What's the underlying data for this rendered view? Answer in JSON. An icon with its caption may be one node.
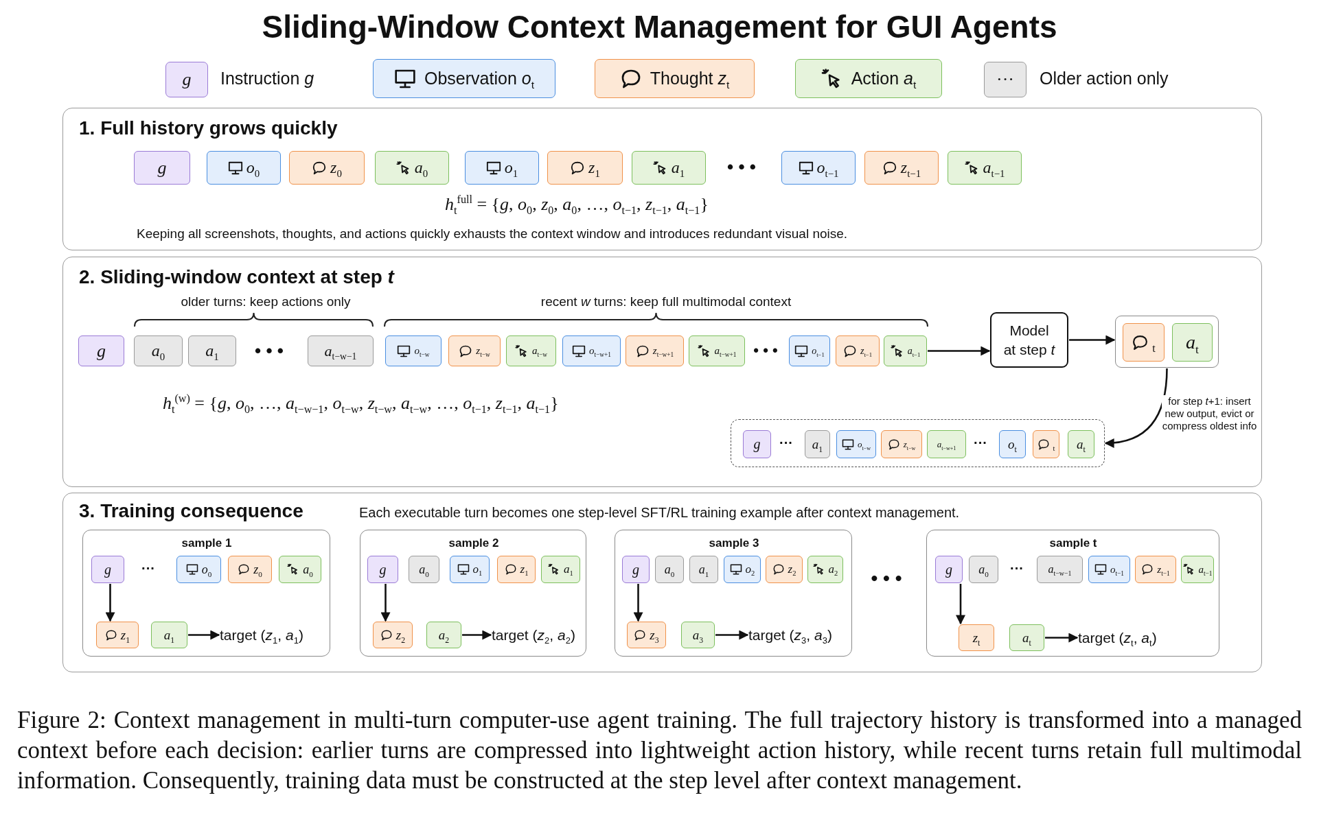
{
  "diagram": {
    "title": "Sliding-Window Context Management for GUI Agents",
    "caption": "Figure 2: Context management in multi-turn computer-use agent training. The full trajectory history is transformed into a managed context before each decision: earlier turns are compressed into lightweight action history, while recent turns retain full multimodal information. Consequently, training data must be constructed at the step level after context management.",
    "nodes": [
      {
        "text": [
          "1. Full history grows quickly",
          "*h*$_{t}$$^{full}$ = {*g*, *o*$_{0}$, *z*$_{0}$, *a*$_{0}$, …, *o*$_{t−1}$, *z*$_{t−1}$, *a*$_{t−1}$}",
          "Keeping all screenshots, thoughts, and actions quickly exhausts the context window and introduces redundant visual noise."
        ]
      },
      {
        "text": [
          "*g*"
        ],
        "in": 0
      },
      {
        "text": [
          "*o*$_{0}$"
        ],
        "in": 0
      },
      {
        "text": [
          "*z*$_{0}$"
        ],
        "in": 0
      },
      {
        "text": [
          "*a*$_{0}$"
        ],
        "in": 0
      },
      {
        "text": [
          "*o*$_{1}$"
        ],
        "in": 0
      },
      {
        "text": [
          "*z*$_{1}$"
        ],
        "in": 0
      },
      {
        "text": [
          "*a*$_{1}$"
        ],
        "in": 0
      },
      {
        "text": [
          "*o*$_{t−1}$"
        ],
        "in": 0
      },
      {
        "text": [
          "*z*$_{t−1}$"
        ],
        "in": 0
      },
      {
        "text": [
          "*a*$_{t−1}$"
        ],
        "in": 0
      },
      {
        "text": [
          "2. Sliding-window context at step *t*",
          "*h*$_{t}$$^{(w)}$ = {*g*, *o*$_{0}$, …, *a*$_{t−w−1}$, *o*$_{t−w}$, *z*$_{t−w}$, *a*$_{t−w}$, …, *o*$_{t−1}$, *z*$_{t−1}$, *a*$_{t−1}$}"
        ]
      },
      {
        "text": [
          "*g*"
        ],
        "in": 11
      },
      {
        "text": [
          "*a*$_{0}$"
        ],
        "in": 11
      },
      {
        "text": [
          "*a*$_{1}$"
        ],
        "in": 11
      },
      {
        "text": [
          "*a*$_{t−w−1}$"
        ],
        "in": 11
      },
      {
        "text": [
          "*o*$_{t−w}$"
        ],
        "in": 11
      },
      {
        "text": [
          "*z*$_{t−w}$"
        ],
        "in": 11
      },
      {
        "text": [
          "*a*$_{t−w}$"
        ],
        "in": 11
      },
      {
        "text": [
          "*o*$_{t−w+1}$"
        ],
        "in": 11
      },
      {
        "text": [
          "*z*$_{t−w+1}$"
        ],
        "in": 11
      },
      {
        "text": [
          "*a*$_{t−w+1}$"
        ],
        "in": 11
      },
      {
        "text": [
          "*o*$_{t−1}$"
        ],
        "in": 11
      },
      {
        "text": [
          "*z*$_{t−1}$"
        ],
        "in": 11
      },
      {
        "text": [
          "*a*$_{t−1}$"
        ],
        "in": 11
      },
      {
        "text": [
          "Model at step *t*"
        ],
        "in": 11
      },
      {
        "text": [],
        "shape": "box",
        "in": 11
      },
      {
        "text": [
          "$_{t}$"
        ],
        "in": 26
      },
      {
        "text": [
          "*a*$_{t}$"
        ],
        "in": 26
      },
      {
        "text": [],
        "shape": "box",
        "in": 11
      },
      {
        "text": [
          "*g*"
        ],
        "in": 29
      },
      {
        "text": [
          "*a*$_{1}$"
        ],
        "in": 29
      },
      {
        "text": [
          "*o*$_{t−w}$"
        ],
        "in": 29
      },
      {
        "text": [
          "*z*$_{t−w}$"
        ],
        "in": 29
      },
      {
        "text": [
          "*a*$_{t−w+1}$"
        ],
        "in": 29
      },
      {
        "text": [
          "*o*$_{t}$"
        ],
        "in": 29
      },
      {
        "text": [
          "$_{t}$"
        ],
        "in": 29
      },
      {
        "text": [
          "*a*$_{t}$"
        ],
        "in": 29
      },
      {
        "text": [
          "3. Training consequence",
          "Each executable turn becomes one step-level SFT/RL training example after context management."
        ]
      },
      {
        "text": [
          "sample 1"
        ],
        "in": 38
      },
      {
        "text": [
          "*g*"
        ],
        "in": 39
      },
      {
        "text": [
          "*o*$_{0}$"
        ],
        "in": 39
      },
      {
        "text": [
          "*z*$_{0}$"
        ],
        "in": 39
      },
      {
        "text": [
          "*a*$_{0}$"
        ],
        "in": 39
      },
      {
        "text": [
          "*z*$_{1}$"
        ],
        "in": 39
      },
      {
        "text": [
          "*a*$_{1}$"
        ],
        "in": 39
      },
      {
        "text": [
          "target (*z*$_{1}$, *a*$_{1}$)"
        ],
        "in": 39
      },
      {
        "text": [
          "sample 2"
        ],
        "in": 38
      },
      {
        "text": [
          "*g*"
        ],
        "in": 47
      },
      {
        "text": [
          "*a*$_{0}$"
        ],
        "in": 47
      },
      {
        "text": [
          "*o*$_{1}$"
        ],
        "in": 47
      },
      {
        "text": [
          "*z*$_{1}$"
        ],
        "in": 47
      },
      {
        "text": [
          "*a*$_{1}$"
        ],
        "in": 47
      },
      {
        "text": [
          "*z*$_{2}$"
        ],
        "in": 47
      },
      {
        "text": [
          "*a*$_{2}$"
        ],
        "in": 47
      },
      {
        "text": [
          "target (*z*$_{2}$, *a*$_{2}$)"
        ],
        "in": 47
      },
      {
        "text": [
          "sample 3"
        ],
        "in": 38
      },
      {
        "text": [
          "*g*"
        ],
        "in": 56
      },
      {
        "text": [
          "*a*$_{0}$"
        ],
        "in": 56
      },
      {
        "text": [
          "*a*$_{1}$"
        ],
        "in": 56
      },
      {
        "text": [
          "*o*$_{2}$"
        ],
        "in": 56
      },
      {
        "text": [
          "*z*$_{2}$"
        ],
        "in": 56
      },
      {
        "text": [
          "*a*$_{2}$"
        ],
        "in": 56
      },
      {
        "text": [
          "*z*$_{3}$"
        ],
        "in": 56
      },
      {
        "text": [
          "*a*$_{3}$"
        ],
        "in": 56
      },
      {
        "text": [
          "target (*z*$_{3}$, *a*$_{3}$)"
        ],
        "in": 56
      },
      {
        "text": [
          "sample t"
        ],
        "in": 38
      },
      {
        "text": [
          "*g*"
        ],
        "in": 66
      },
      {
        "text": [
          "*a*$_{0}$"
        ],
        "in": 66
      },
      {
        "text": [
          "*a*$_{t−w−1}$"
        ],
        "in": 66
      },
      {
        "text": [
          "*o*$_{t−1}$"
        ],
        "in": 66
      },
      {
        "text": [
          "*z*$_{t−1}$"
        ],
        "in": 66
      },
      {
        "text": [
          "*a*$_{t−1}$"
        ],
        "in": 66
      },
      {
        "text": [
          "*z*$_{t}$"
        ],
        "in": 66
      },
      {
        "text": [
          "*a*$_{t}$"
        ],
        "in": 66
      },
      {
        "text": [
          "target (*z*$_{t}$, *a*$_{t}$)"
        ],
        "in": 66
      }
    ],
    "edges": [
      {
        "from": 24,
        "to": 25,
        "arrow": "to"
      },
      {
        "from": 25,
        "to": 26,
        "arrow": "to"
      },
      {
        "from": 26,
        "to": 29,
        "arrow": "to",
        "label": "for step *t*+1: insert new output, evict or compress oldest info"
      },
      {
        "from": 40,
        "to": 44,
        "arrow": "to"
      },
      {
        "from": 45,
        "to": 46,
        "arrow": "to"
      },
      {
        "from": 48,
        "to": 53,
        "arrow": "to"
      },
      {
        "from": 54,
        "to": 55,
        "arrow": "to"
      },
      {
        "from": 57,
        "to": 63,
        "arrow": "to"
      },
      {
        "from": 64,
        "to": 65,
        "arrow": "to"
      },
      {
        "from": 67,
        "to": 73,
        "arrow": "to"
      },
      {
        "from": 74,
        "to": 75,
        "arrow": "to"
      }
    ],
    "labels": [
      "*g*",
      "···",
      "• • •",
      "older turns: keep actions only",
      "recent *w* turns: keep full multimodal context",
      "• • •",
      "• • •",
      "···",
      "···",
      "···",
      "• • •",
      "···"
    ],
    "legend": [
      {
        "text": "Instruction *g*",
        "color": "#ebe3fb"
      },
      {
        "text": "Observation *o*$_{t}$",
        "color": "#e3eefc"
      },
      {
        "text": "Thought *z*$_{t}$",
        "color": "#fde8d6"
      },
      {
        "text": "Action *a*$_{t}$",
        "color": "#e6f3dc"
      },
      {
        "text": "Older action only",
        "color": "#e8e8e8"
      }
    ]
  }
}
